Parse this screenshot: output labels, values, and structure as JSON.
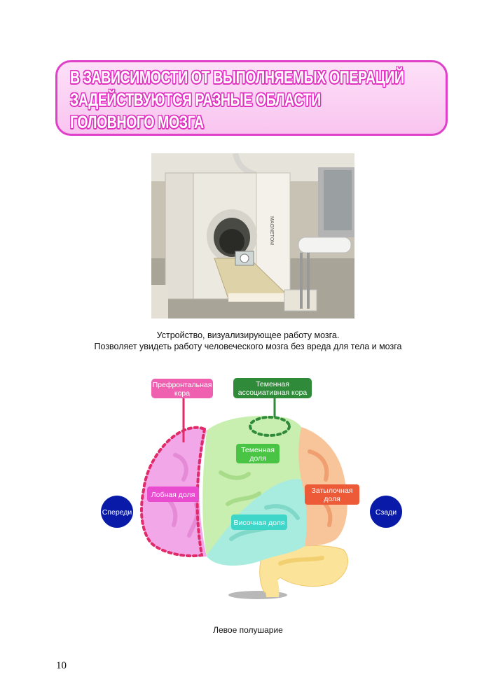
{
  "title": {
    "lines": [
      "В ЗАВИСИМОСТИ ОТ ВЫПОЛНЯЕМЫХ ОПЕРАЦИЙ",
      "ЗАДЕЙСТВУЮТСЯ РАЗНЫЕ ОБЛАСТИ",
      "ГОЛОВНОГО МОЗГА"
    ]
  },
  "photo": {
    "machine_text": "MAGNETOM"
  },
  "caption": {
    "line1": "Устройство, визуализирующее работу мозга.",
    "line2": "Позволяет увидеть работу человеческого мозга без вреда для тела и мозга"
  },
  "diagram": {
    "prefrontal": [
      "Префронтальная",
      "кора"
    ],
    "parietal_assoc": [
      "Теменная",
      "ассоциативная кора"
    ],
    "parietal": [
      "Теменная",
      "доля"
    ],
    "frontal": "Лобная доля",
    "occipital": [
      "Затылочная",
      "доля"
    ],
    "temporal": "Височная доля",
    "front": "Спереди",
    "back": "Сзади",
    "colors": {
      "frontal": "#f2a8e8",
      "parietal": "#c8efb0",
      "temporal": "#a8ece0",
      "occipital": "#f8c49a",
      "cerebellum": "#fbe39a",
      "prefrontal_label": "#f060b0",
      "parietal_assoc_label": "#2f8a3a",
      "parietal_label": "#49c444",
      "frontal_label": "#e94ccf",
      "occipital_label": "#ec5a38",
      "temporal_label": "#3ed6c8",
      "circle": "#0a1aa8"
    }
  },
  "hemisphere": "Левое полушарие",
  "page_number": "10"
}
